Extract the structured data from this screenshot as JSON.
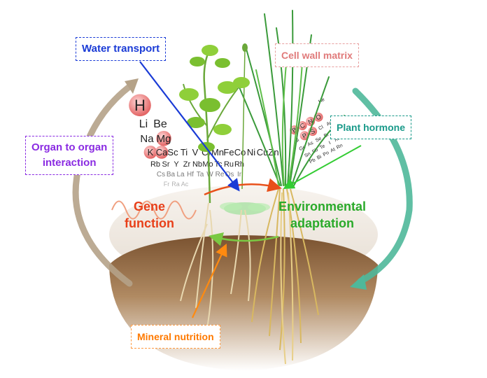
{
  "labels": {
    "water_transport": "Water transport",
    "cell_wall_matrix": "Cell wall matrix",
    "plant_hormone": "Plant hormone",
    "organ_to_organ_line1": "Organ to organ",
    "organ_to_organ_line2": "interaction",
    "mineral_nutrition": "Mineral nutrition",
    "gene_line1": "Gene",
    "gene_line2": "function",
    "env_line1": "Environmental",
    "env_line2": "adaptation"
  },
  "periodic_left": {
    "highlighted": [
      "H",
      "Mg",
      "K",
      "Ca"
    ],
    "rows": [
      [
        "H"
      ],
      [
        "Li",
        "Be"
      ],
      [
        "Na",
        "Mg"
      ],
      [
        "K",
        "Ca",
        "Sc",
        "Ti",
        "V",
        "Cr",
        "Mn",
        "Fe",
        "Co",
        "Ni",
        "Cu",
        "Zn"
      ],
      [
        "Rb",
        "Sr",
        "Y",
        "Zr",
        "Nb",
        "Mo",
        "Tc",
        "Ru",
        "Rh"
      ],
      [
        "Cs",
        "Ba",
        "La",
        "Hf",
        "Ta",
        "W",
        "Re",
        "Os",
        "Ir"
      ],
      [
        "Fr",
        "Ra",
        "Ac"
      ]
    ]
  },
  "periodic_right": {
    "highlighted": [
      "B",
      "C",
      "N",
      "O",
      "P",
      "S"
    ],
    "symbols": [
      "He",
      "B",
      "C",
      "N",
      "O",
      "Si",
      "P",
      "S",
      "Cl",
      "Ar",
      "Ge",
      "As",
      "Se",
      "Br",
      "Kr",
      "Sn",
      "Sb",
      "Te",
      "I",
      "Xe",
      "Pb",
      "Bi",
      "Po",
      "At",
      "Rn"
    ]
  },
  "colors": {
    "water_transport": "#1a3bd6",
    "cell_wall_matrix": "#e07a7a",
    "plant_hormone": "#1a9a8a",
    "organ_to_organ": "#8a2be2",
    "mineral_nutrition": "#ff7a00",
    "gene_function": "#e8401a",
    "environmental_adaptation": "#2aaa2a",
    "left_cycle_arrow": "#b5a288",
    "right_cycle_arrow": "#4fb89a",
    "soil": "#8a6a4a"
  }
}
